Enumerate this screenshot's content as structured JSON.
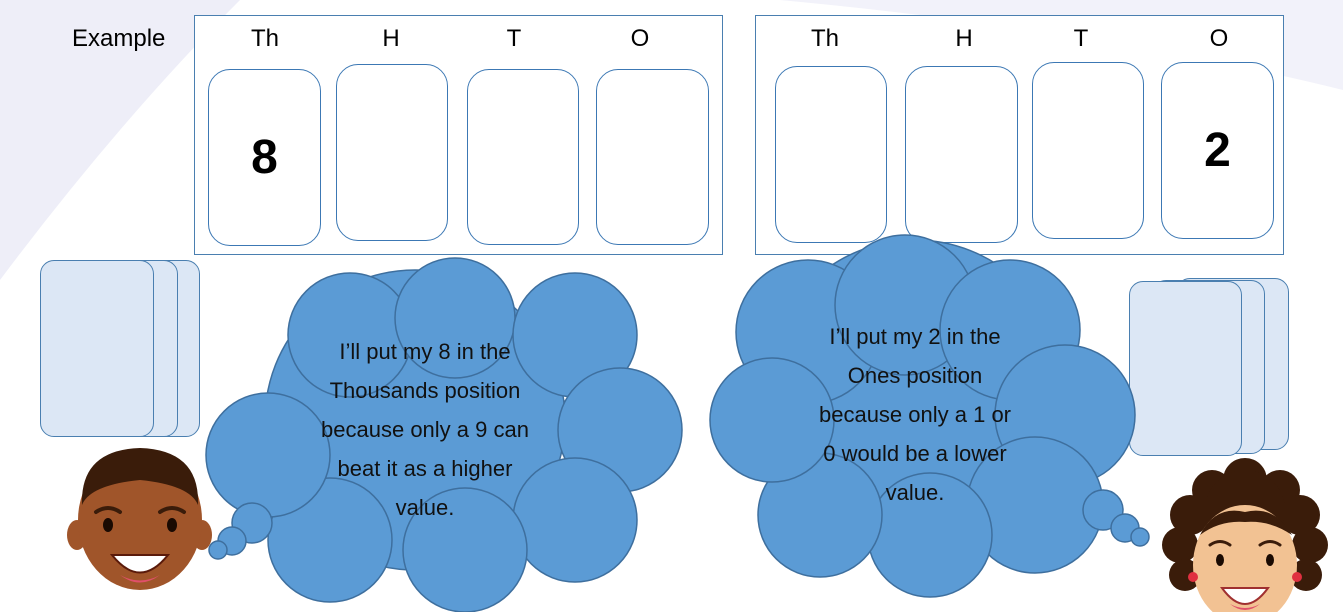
{
  "example_label": "Example",
  "panels": [
    {
      "headers": [
        "Th",
        "H",
        "T",
        "O"
      ],
      "digits": [
        "8",
        "",
        "",
        ""
      ]
    },
    {
      "headers": [
        "Th",
        "H",
        "T",
        "O"
      ],
      "digits": [
        "",
        "",
        "",
        "2"
      ]
    }
  ],
  "bubbles": [
    {
      "lines": [
        "I’ll put my 8 in the",
        "Thousands position",
        "because only a 9 can",
        "beat it as a higher",
        "value."
      ]
    },
    {
      "lines": [
        "I’ll put my 2 in the",
        "Ones position",
        "because only a 1 or",
        "0 would be a lower",
        "value."
      ]
    }
  ],
  "colors": {
    "bubble": "#5b9bd5",
    "card_border": "#3c78b4",
    "stack_fill": "#dce7f5",
    "skin_dark": "#a0552a",
    "skin_light": "#f2c293",
    "hair": "#3a1c0a"
  }
}
